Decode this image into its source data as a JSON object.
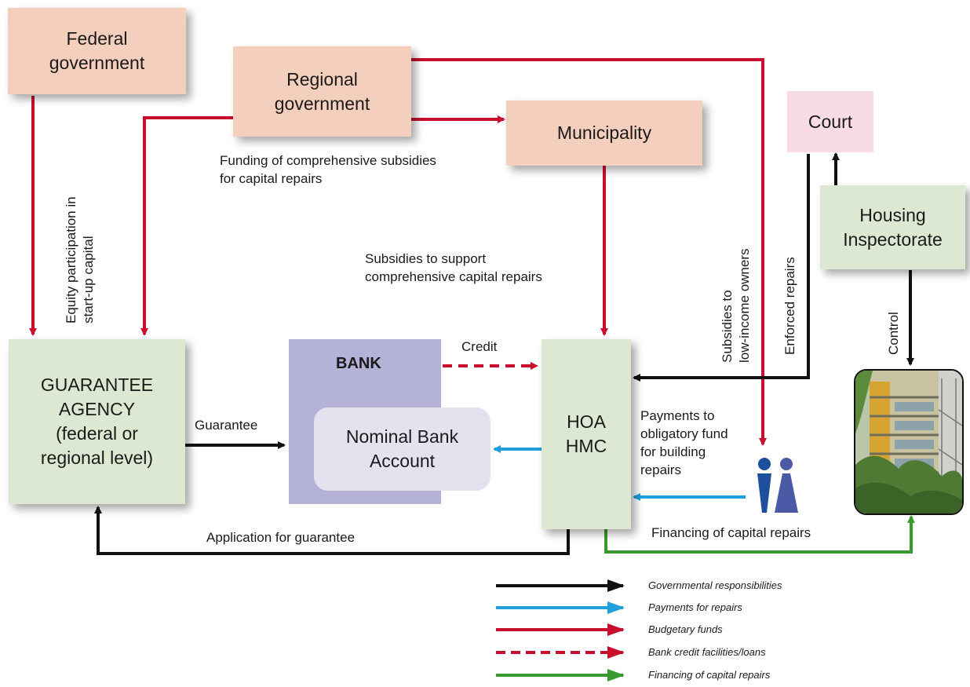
{
  "nodes": {
    "federal": "Federal\ngovernment",
    "regional": "Regional\ngovernment",
    "municipality": "Municipality",
    "court": "Court",
    "housing_inspectorate": "Housing\nInspectorate",
    "guarantee_agency": "GUARANTEE\nAGENCY\n(federal or\nregional level)",
    "bank": "BANK",
    "nominal_account": "Nominal Bank\nAccount",
    "hoa": "HOA\nHMC"
  },
  "labels": {
    "funding": "Funding of comprehensive subsidies\nfor capital repairs",
    "equity": "Equity participation in\nstart-up capital",
    "subsidies_support": "Subsidies to support\ncomprehensive capital repairs",
    "subsidies_low_income": "Subsidies to\nlow-income owners",
    "enforced": "Enforced repairs",
    "control": "Control",
    "credit": "Credit",
    "guarantee": "Guarantee",
    "payments": "Payments to\nobligatory fund\nfor building\nrepairs",
    "application": "Application for guarantee",
    "financing": "Financing of capital repairs"
  },
  "legend": [
    {
      "label": "Governmental responsibilities",
      "color": "#000000",
      "style": "solid"
    },
    {
      "label": "Payments for repairs",
      "color": "#1f9fdc",
      "style": "solid"
    },
    {
      "label": "Budgetary funds",
      "color": "#c8102e",
      "style": "solid"
    },
    {
      "label": "Bank credit facilities/loans",
      "color": "#c8102e",
      "style": "dashed"
    },
    {
      "label": "Financing of capital repairs",
      "color": "#3a9a2f",
      "style": "solid"
    }
  ],
  "colors": {
    "black": "#111111",
    "blue": "#1f9fdc",
    "red": "#c8102e",
    "green": "#3a9a2f",
    "person_male": "#1e4f9c",
    "person_female": "#4b5aa6"
  }
}
